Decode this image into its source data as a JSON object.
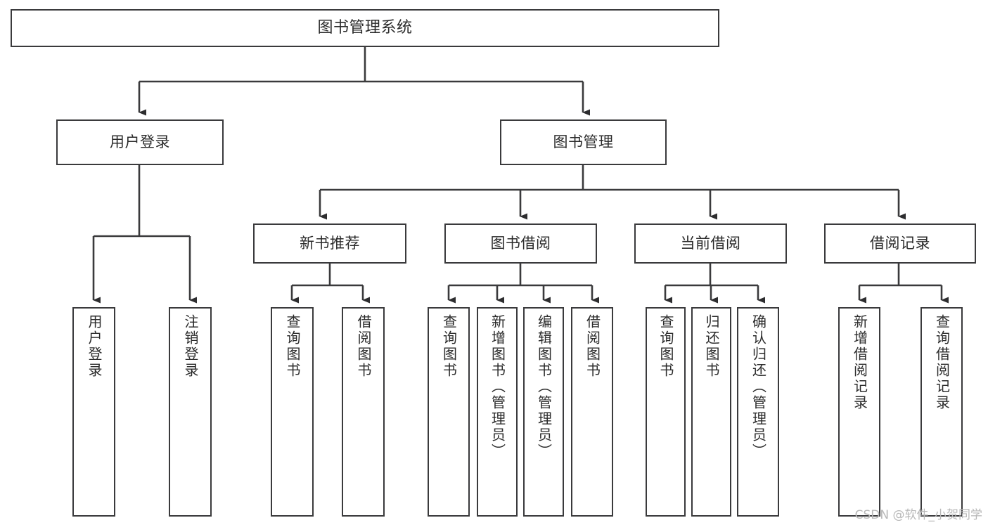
{
  "diagram": {
    "title": "图书管理系统",
    "type": "function-structure-tree",
    "stroke_color": "#3a3a3c",
    "text_color": "#2b2b2b",
    "background_color": "#ffffff",
    "watermark": "CSDN @软件_小贺同学",
    "watermark_color": "#b8b8b8",
    "nodes": {
      "root": {
        "label": "图书管理系统"
      },
      "level1": [
        {
          "label": "用户登录"
        },
        {
          "label": "图书管理"
        }
      ],
      "level2": [
        {
          "label": "新书推荐"
        },
        {
          "label": "图书借阅"
        },
        {
          "label": "当前借阅"
        },
        {
          "label": "借阅记录"
        }
      ],
      "leaves": {
        "user_login": [
          {
            "label": "用户登录"
          },
          {
            "label": "注销登录"
          }
        ],
        "new_book_recommend": [
          {
            "label": "查询图书"
          },
          {
            "label": "借阅图书"
          }
        ],
        "book_borrow": [
          {
            "label": "查询图书"
          },
          {
            "label": "新增图书（管理员）"
          },
          {
            "label": "编辑图书（管理员）"
          },
          {
            "label": "借阅图书"
          }
        ],
        "current_borrow": [
          {
            "label": "查询图书"
          },
          {
            "label": "归还图书"
          },
          {
            "label": "确认归还（管理员）"
          }
        ],
        "borrow_record": [
          {
            "label": "新增借阅记录"
          },
          {
            "label": "查询借阅记录"
          }
        ]
      }
    }
  }
}
